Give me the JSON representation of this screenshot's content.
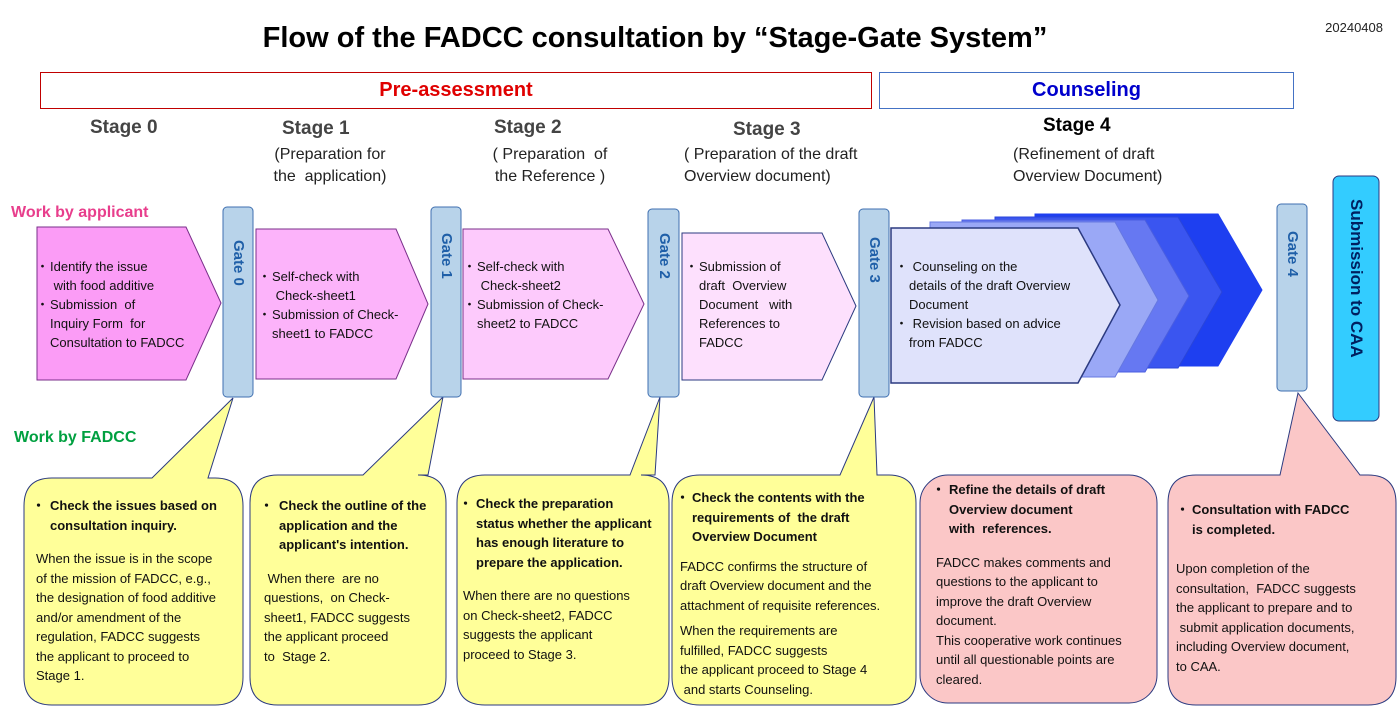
{
  "title": "Flow of the FADCC consultation by “Stage-Gate System”",
  "date": "20240408",
  "bands": {
    "pre": "Pre-assessment",
    "counseling": "Counseling"
  },
  "stages": [
    {
      "name": "Stage 0",
      "desc": ""
    },
    {
      "name": "Stage 1",
      "desc": "(Preparation for\nthe  application)"
    },
    {
      "name": "Stage 2",
      "desc": "( Preparation  of\nthe Reference )"
    },
    {
      "name": "Stage 3",
      "desc": "( Preparation of the draft\nOverview document)"
    },
    {
      "name": "Stage 4",
      "desc": "(Refinement of draft\nOverview Document)"
    }
  ],
  "work": {
    "applicant": "Work by applicant",
    "fadcc": "Work by FADCC"
  },
  "gates": [
    "Gate 0",
    "Gate 1",
    "Gate 2",
    "Gate 3",
    "Gate 4"
  ],
  "submission": "Submission  to CAA",
  "applicant_tasks": [
    [
      "Identify the issue\n with food additive",
      "Submission  of\nInquiry Form  for\nConsultation to FADCC"
    ],
    [
      "Self-check with\n Check-sheet1",
      "Submission of Check-\nsheet1 to FADCC"
    ],
    [
      "Self-check with\n Check-sheet2",
      "Submission of Check-\nsheet2 to FADCC"
    ],
    [
      "Submission of\ndraft  Overview\nDocument   with\nReferences to\nFADCC"
    ],
    [
      " Counseling on the\ndetails of the draft Overview\nDocument",
      " Revision based on advice\nfrom FADCC"
    ]
  ],
  "fadcc_tasks": [
    {
      "heading": "Check the issues based on\nconsultation inquiry.",
      "body": "When the issue is in the scope\nof the mission of FADCC, e.g.,\nthe designation of food additive\nand/or amendment of the\nregulation, FADCC suggests\nthe applicant to proceed to\nStage 1."
    },
    {
      "heading": "Check the outline of the\napplication and the\napplicant's intention.",
      "body": " When there  are no\nquestions,  on Check-\nsheet1, FADCC suggests\nthe applicant proceed\nto  Stage 2."
    },
    {
      "heading": "Check the preparation\nstatus whether the applicant\nhas enough literature to\nprepare the application.",
      "body": "When there are no questions\non Check-sheet2, FADCC\nsuggests the applicant\nproceed to Stage 3."
    },
    {
      "heading": "Check the contents with the\nrequirements of  the draft\nOverview Document",
      "body": "FADCC confirms the structure of\ndraft Overview document and the\nattachment of requisite references.",
      "body2": "When the requirements are\nfulfilled, FADCC suggests\nthe applicant proceed to Stage 4\n and starts Counseling."
    },
    {
      "heading": "Refine the details of draft\nOverview document\nwith  references.",
      "body": "FADCC makes comments and\nquestions to the applicant to\nimprove the draft Overview\ndocument.\nThis cooperative work continues\nuntil all questionable points are\ncleared."
    },
    {
      "heading": "Consultation with FADCC\nis completed.",
      "body": "Upon completion of the\nconsultation,  FADCC suggests\nthe applicant to prepare and to\n submit application documents,\nincluding Overview document,\nto CAA."
    }
  ],
  "colors": {
    "applicant_label": "#e83e8c",
    "fadcc_label": "#00a040",
    "gate_fill": "#b8d3ea",
    "yellow_bubble": "#ffff99",
    "pink_bubble": "#fbc7c7",
    "submission_fill": "#33ccff"
  }
}
